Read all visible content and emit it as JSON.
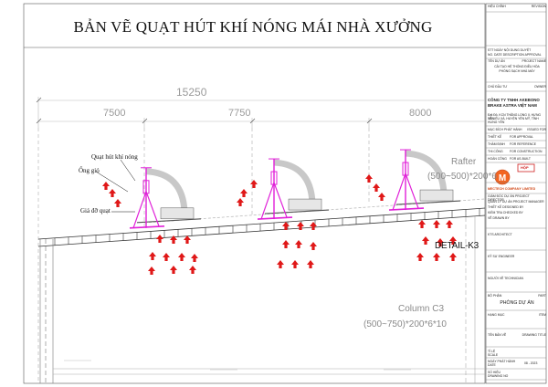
{
  "title": "BẢN VẼ QUẠT HÚT KHÍ NÓNG MÁI NHÀ XƯỞNG",
  "dimensions": {
    "total": "15250",
    "span1": "7500",
    "span2": "7750",
    "span3": "8000"
  },
  "labels": {
    "fan": "Quạt hút khí nóng",
    "duct": "Ống gió",
    "bracket": "Giá đỡ quạt",
    "detail": "DETAIL-K3",
    "rafter_1": "Rafter",
    "rafter_2": "(500~",
    "rafter_3": "~500)*200*6",
    "column_1": "Column C3",
    "column_2": "(500~750)*200*6*10"
  },
  "title_block": {
    "revision_header": "HIỆU CHỈNH",
    "revision_col": "REVISION",
    "rev_table_1": "STT  NGÀY     NỘI DUNG      DUYỆT",
    "rev_table_2": "NO.  DATE   DESCRIPTION   APPROVAL",
    "project_name_vn": "TÊN DỰ ÁN",
    "project_name_en": "PROJECT NAME",
    "project_text_1": "CẢI TẠO HỆ THỐNG ĐIỀU HÒA",
    "project_text_2": "PHÒNG SẠCH NHÀ MÁY",
    "owner_vn": "CHỦ ĐẦU TƯ",
    "owner_en": "OWNER",
    "company_1": "CÔNG TY TNHH AKEBONO",
    "company_2": "BRAKE ASTRA VIỆT NAM",
    "address_1": "Đất Đỏ, KCN THĂNG LONG II, HƯNG YÊN",
    "address_2": "XÃ LIÊU XÁ, HUYỆN YÊN MỸ, TỈNH HƯNG YÊN",
    "purpose_vn": "MỤC ĐÍCH PHÁT HÀNH",
    "purpose_en": "ISSUED FOR",
    "purpose_rows": [
      [
        "THIẾT KẾ",
        "FOR APPROVAL"
      ],
      [
        "THẨM ĐỊNH",
        "FOR REFERENCE"
      ],
      [
        "THI CÔNG",
        "FOR CONSTRUCTION"
      ],
      [
        "HOÀN CÔNG",
        "FOR AS-BUILT"
      ]
    ],
    "stamp": "HỘP",
    "contractor": "MECTECH COMPANY LIMITED",
    "contractor_rows": [
      "GIÁM ĐỐC DỰ ÁN   PROJECT DIRECTOR",
      "QUẢN LÝ DỰ ÁN    PROJECT MANAGER",
      "THIẾT KẾ         DESIGNED BY",
      "KIỂM TRA         CHECKED BY",
      "VẼ               DRAWN BY"
    ],
    "kts_row": "KTS      ARCHITECT",
    "eng_row": "KỸ SƯ    ENGINEER",
    "tech_row": "NGƯỜI VẼ    TECHNICIAN",
    "dept_vn": "BỘ PHẬN",
    "dept_en": "PART",
    "dept_value": "PHÒNG DỰ ÁN",
    "item_vn": "HẠNG MỤC",
    "item_en": "ITEM",
    "drawing_title_vn": "TÊN BẢN VẼ",
    "drawing_title_en": "DRAWING TITLE",
    "scale_vn": "TỈ LỆ",
    "scale_en": "SCALE",
    "date_vn": "NGÀY PHÁT HÀNH",
    "date_en": "DATE",
    "date_value": "08 - 2023",
    "drawing_no_vn": "SỐ HIỆU",
    "drawing_no_en": "DRAWING NO"
  },
  "colors": {
    "fan_frame": "#e020d8",
    "arrow": "#e01818",
    "duct": "#9a9a9a",
    "line": "#444444"
  }
}
